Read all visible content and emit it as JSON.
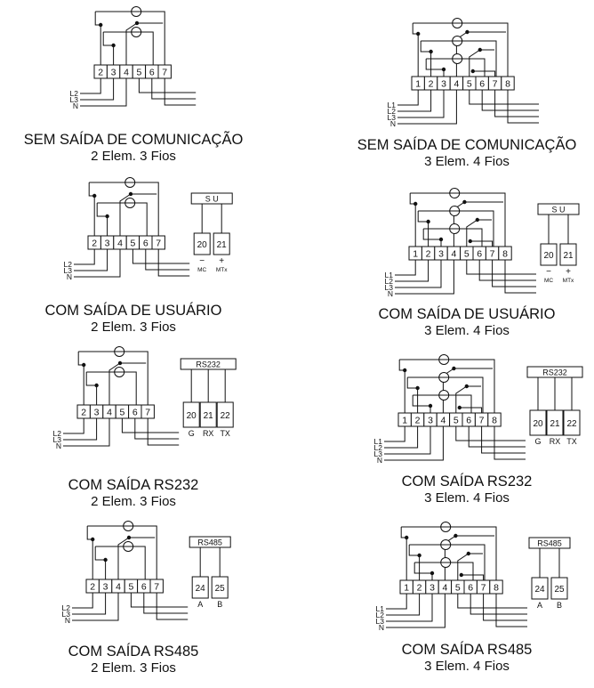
{
  "panels": [
    {
      "variant": "none",
      "elements": 2,
      "terminals": [
        "2",
        "3",
        "4",
        "5",
        "6",
        "7"
      ],
      "lines": [
        "L2",
        "L3",
        "N"
      ],
      "caption": [
        "SEM SAÍDA DE COMUNICAÇÃO",
        "2 Elem. 3 Fios"
      ]
    },
    {
      "variant": "none",
      "elements": 3,
      "terminals": [
        "1",
        "2",
        "3",
        "4",
        "5",
        "6",
        "7",
        "8"
      ],
      "lines": [
        "L1",
        "L2",
        "L3",
        "N"
      ],
      "caption": [
        "SEM SAÍDA DE COMUNICAÇÃO",
        "3 Elem. 4 Fios"
      ]
    },
    {
      "variant": "user",
      "elements": 2,
      "terminals": [
        "2",
        "3",
        "4",
        "5",
        "6",
        "7"
      ],
      "lines": [
        "L2",
        "L3",
        "N"
      ],
      "module": {
        "title": "S U",
        "terminals": [
          "20",
          "21"
        ],
        "signs": [
          "−",
          "+"
        ],
        "labels": [
          "MC",
          "MTx"
        ]
      },
      "caption": [
        "COM SAÍDA DE USUÁRIO",
        "2 Elem. 3 Fios"
      ]
    },
    {
      "variant": "user",
      "elements": 3,
      "terminals": [
        "1",
        "2",
        "3",
        "4",
        "5",
        "6",
        "7",
        "8"
      ],
      "lines": [
        "L1",
        "L2",
        "L3",
        "N"
      ],
      "module": {
        "title": "S U",
        "terminals": [
          "20",
          "21"
        ],
        "signs": [
          "−",
          "+"
        ],
        "labels": [
          "MC",
          "MTx"
        ]
      },
      "caption": [
        "COM SAÍDA DE USUÁRIO",
        "3 Elem. 4 Fios"
      ]
    },
    {
      "variant": "rs232",
      "elements": 2,
      "terminals": [
        "2",
        "3",
        "4",
        "5",
        "6",
        "7"
      ],
      "lines": [
        "L2",
        "L3",
        "N"
      ],
      "module": {
        "title": "RS232",
        "terminals": [
          "20",
          "21",
          "22"
        ],
        "labels": [
          "G",
          "RX",
          "TX"
        ]
      },
      "caption": [
        "COM SAÍDA RS232",
        "2 Elem. 3 Fios"
      ]
    },
    {
      "variant": "rs232",
      "elements": 3,
      "terminals": [
        "1",
        "2",
        "3",
        "4",
        "5",
        "6",
        "7",
        "8"
      ],
      "lines": [
        "L1",
        "L2",
        "L3",
        "N"
      ],
      "module": {
        "title": "RS232",
        "terminals": [
          "20",
          "21",
          "22"
        ],
        "labels": [
          "G",
          "RX",
          "TX"
        ]
      },
      "caption": [
        "COM SAÍDA RS232",
        "3 Elem. 4 Fios"
      ]
    },
    {
      "variant": "rs485",
      "elements": 2,
      "terminals": [
        "2",
        "3",
        "4",
        "5",
        "6",
        "7"
      ],
      "lines": [
        "L2",
        "L3",
        "N"
      ],
      "module": {
        "title": "RS485",
        "terminals": [
          "24",
          "25"
        ],
        "labels": [
          "A",
          "B"
        ]
      },
      "caption": [
        "COM SAÍDA RS485",
        "2 Elem. 3 Fios"
      ]
    },
    {
      "variant": "rs485",
      "elements": 3,
      "terminals": [
        "1",
        "2",
        "3",
        "4",
        "5",
        "6",
        "7",
        "8"
      ],
      "lines": [
        "L1",
        "L2",
        "L3",
        "N"
      ],
      "module": {
        "title": "RS485",
        "terminals": [
          "24",
          "25"
        ],
        "labels": [
          "A",
          "B"
        ]
      },
      "caption": [
        "COM SAÍDA RS485",
        "3 Elem. 4 Fios"
      ]
    }
  ]
}
